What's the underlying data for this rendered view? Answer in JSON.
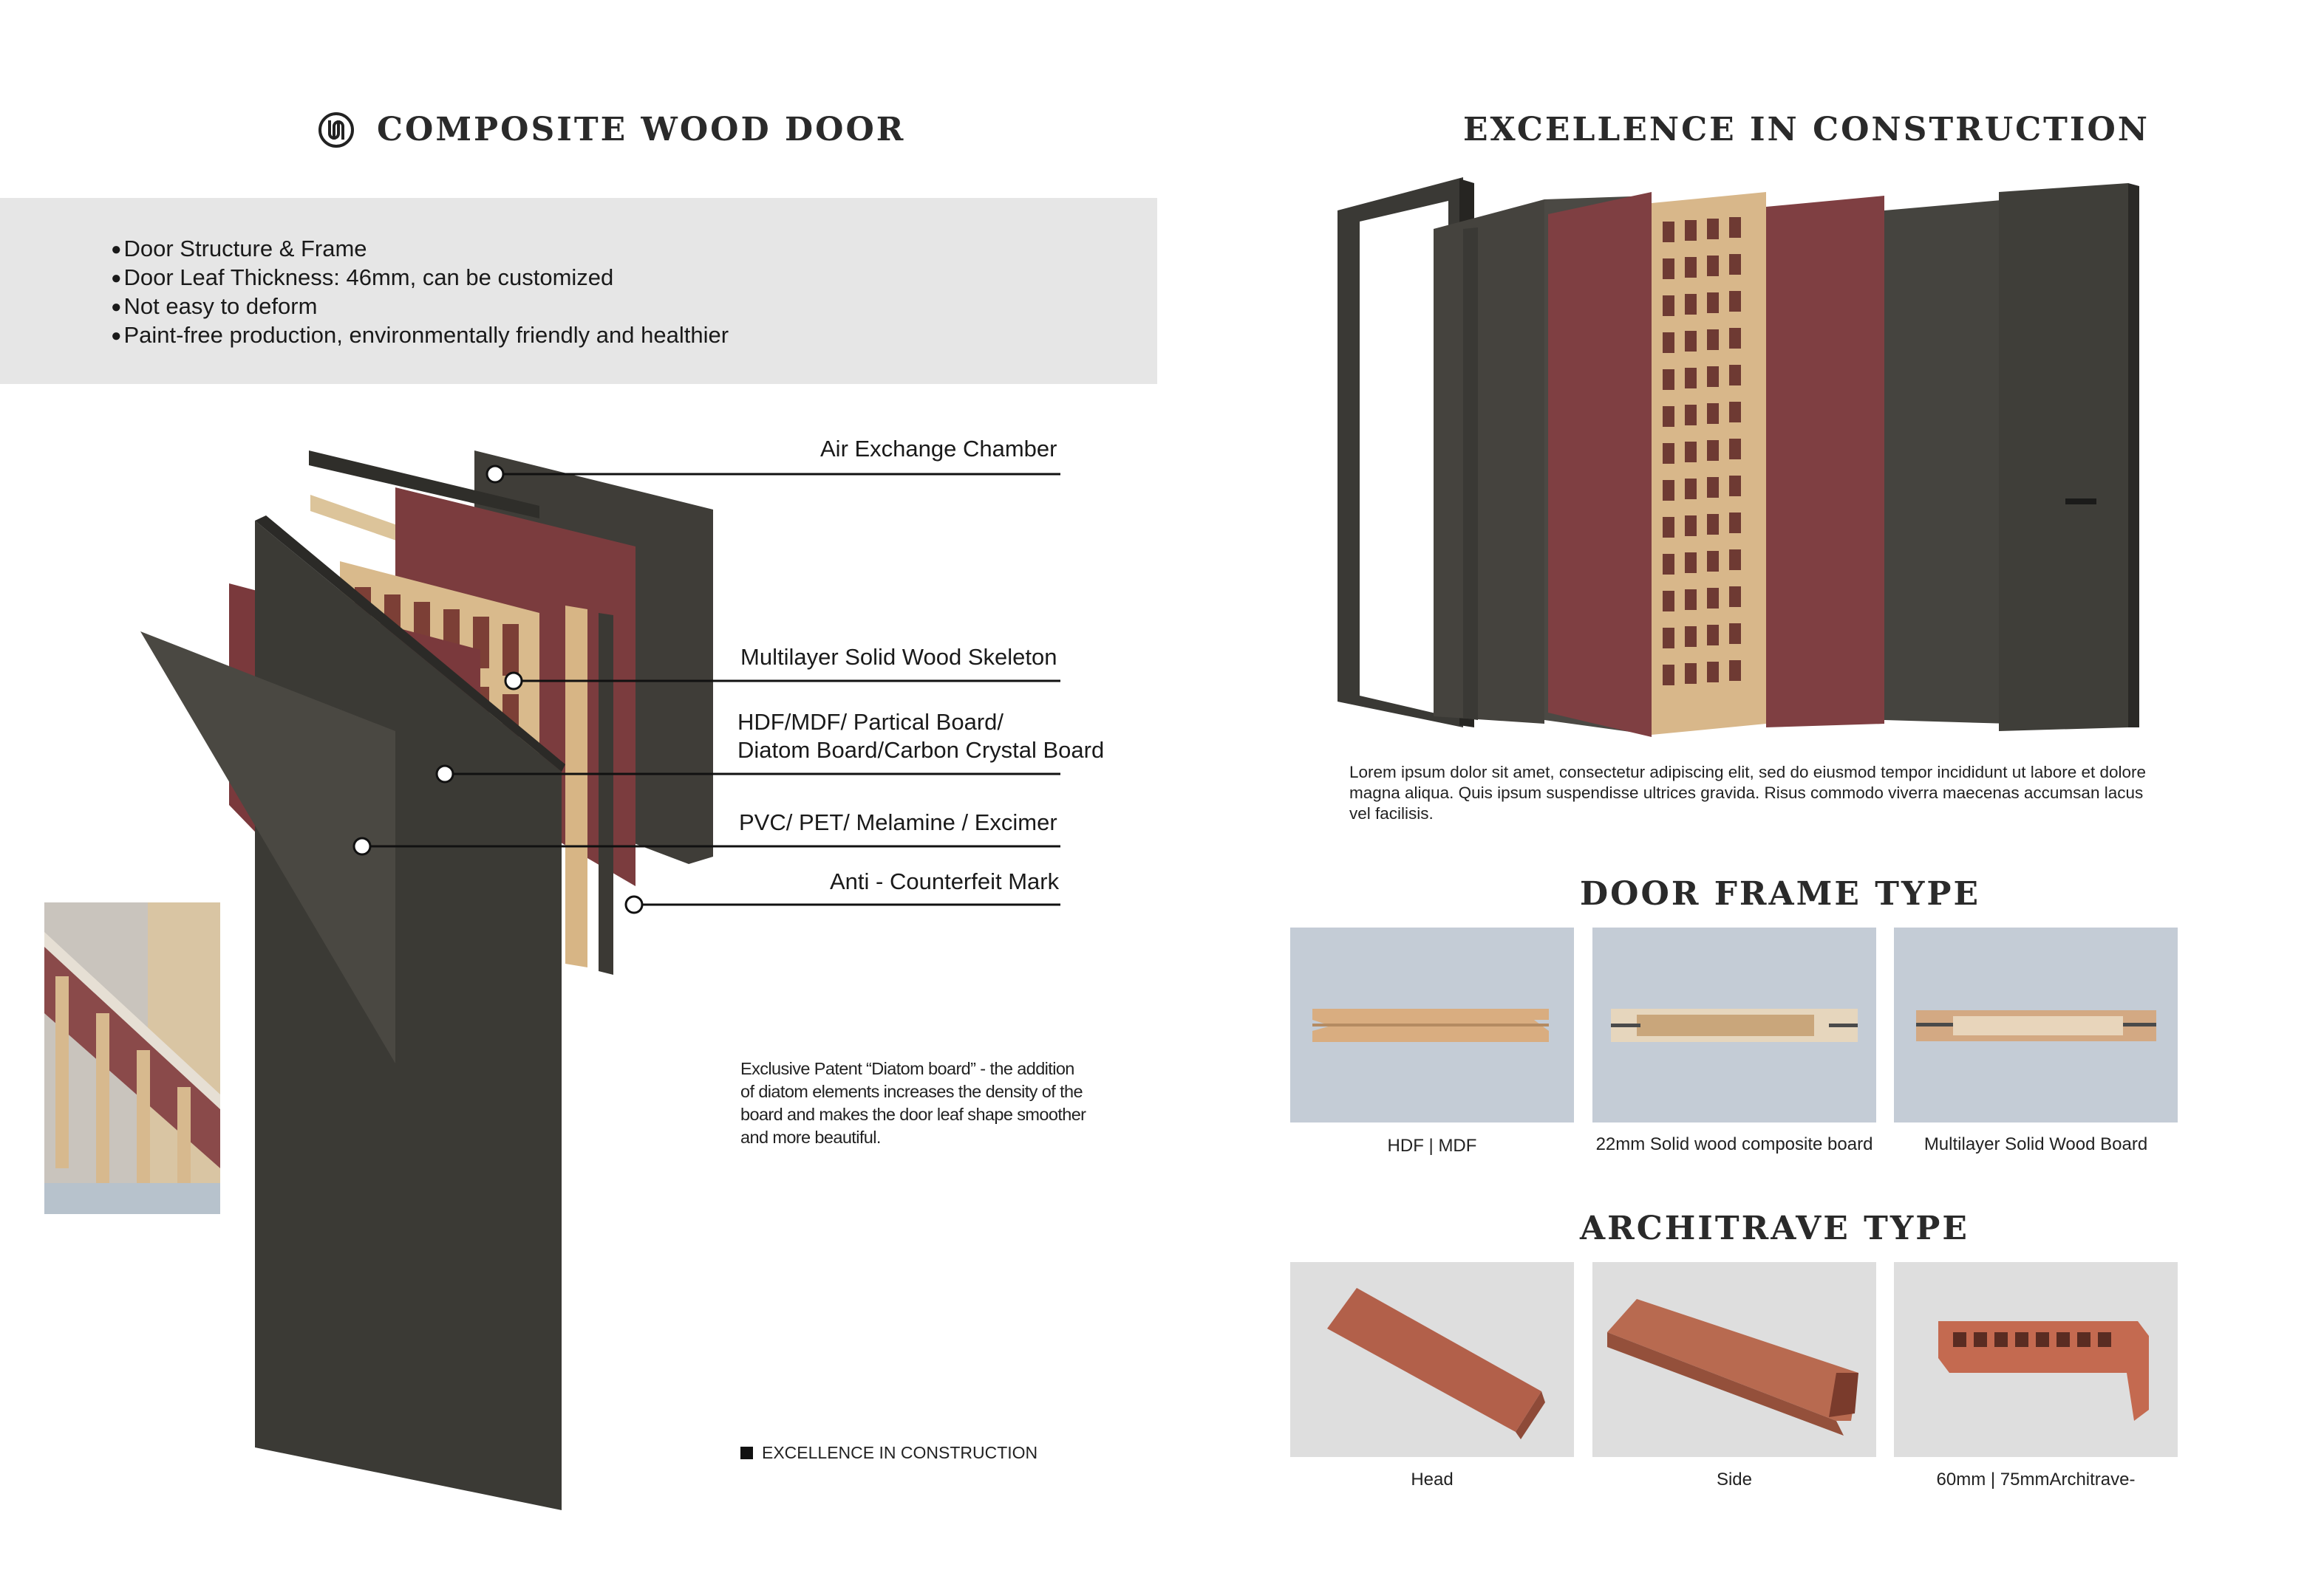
{
  "left_page": {
    "title": "COMPOSITE  WOOD  DOOR",
    "logo_icon": "brand-monogram-icon",
    "features": [
      "Door Structure & Frame",
      "Door Leaf Thickness: 46mm, can be customized",
      "Not easy to deform",
      "Paint-free production, environmentally friendly and healthier"
    ],
    "callouts": {
      "air_exchange": "Air Exchange Chamber",
      "skeleton": "Multilayer Solid Wood Skeleton",
      "board_line1": "HDF/MDF/ Partical Board/",
      "board_line2": "Diatom Board/Carbon Crystal Board",
      "surface": "PVC/ PET/ Melamine / Excimer",
      "anti_counterfeit": "Anti - Counterfeit Mark"
    },
    "patent_note": "Exclusive Patent “Diatom board” - the addition of diatom elements increases the density of the board and makes the door leaf shape smoother and more beautiful.",
    "footer_label": "EXCELLENCE IN CONSTRUCTION"
  },
  "right_page": {
    "title": "EXCELLENCE  IN  CONSTRUCTION",
    "description": "Lorem ipsum dolor sit amet, consectetur adipiscing elit, sed do eiusmod tempor incididunt ut labore et dolore magna aliqua. Quis ipsum suspendisse ultrices gravida. Risus commodo viverra maecenas accumsan lacus vel facilisis.",
    "door_frame": {
      "title": "DOOR  FRAME  TYPE",
      "items": [
        {
          "label": "HDF | MDF"
        },
        {
          "label": "22mm Solid wood composite board"
        },
        {
          "label": "Multilayer Solid Wood Board"
        }
      ]
    },
    "architrave": {
      "title": "ARCHITRAVE  TYPE",
      "items": [
        {
          "label": "Head"
        },
        {
          "label": "Side"
        },
        {
          "label": "60mm | 75mmArchitrave-"
        }
      ]
    }
  },
  "colors": {
    "panel_dark": "#3d3b36",
    "board_red": "#7a3a3c",
    "wood_light": "#d9b98a",
    "band_grey": "#e6e6e6",
    "tile_blue_grey": "#c4ccd6",
    "tile_grey": "#dedede",
    "architrave_brown": "#b2604a"
  }
}
